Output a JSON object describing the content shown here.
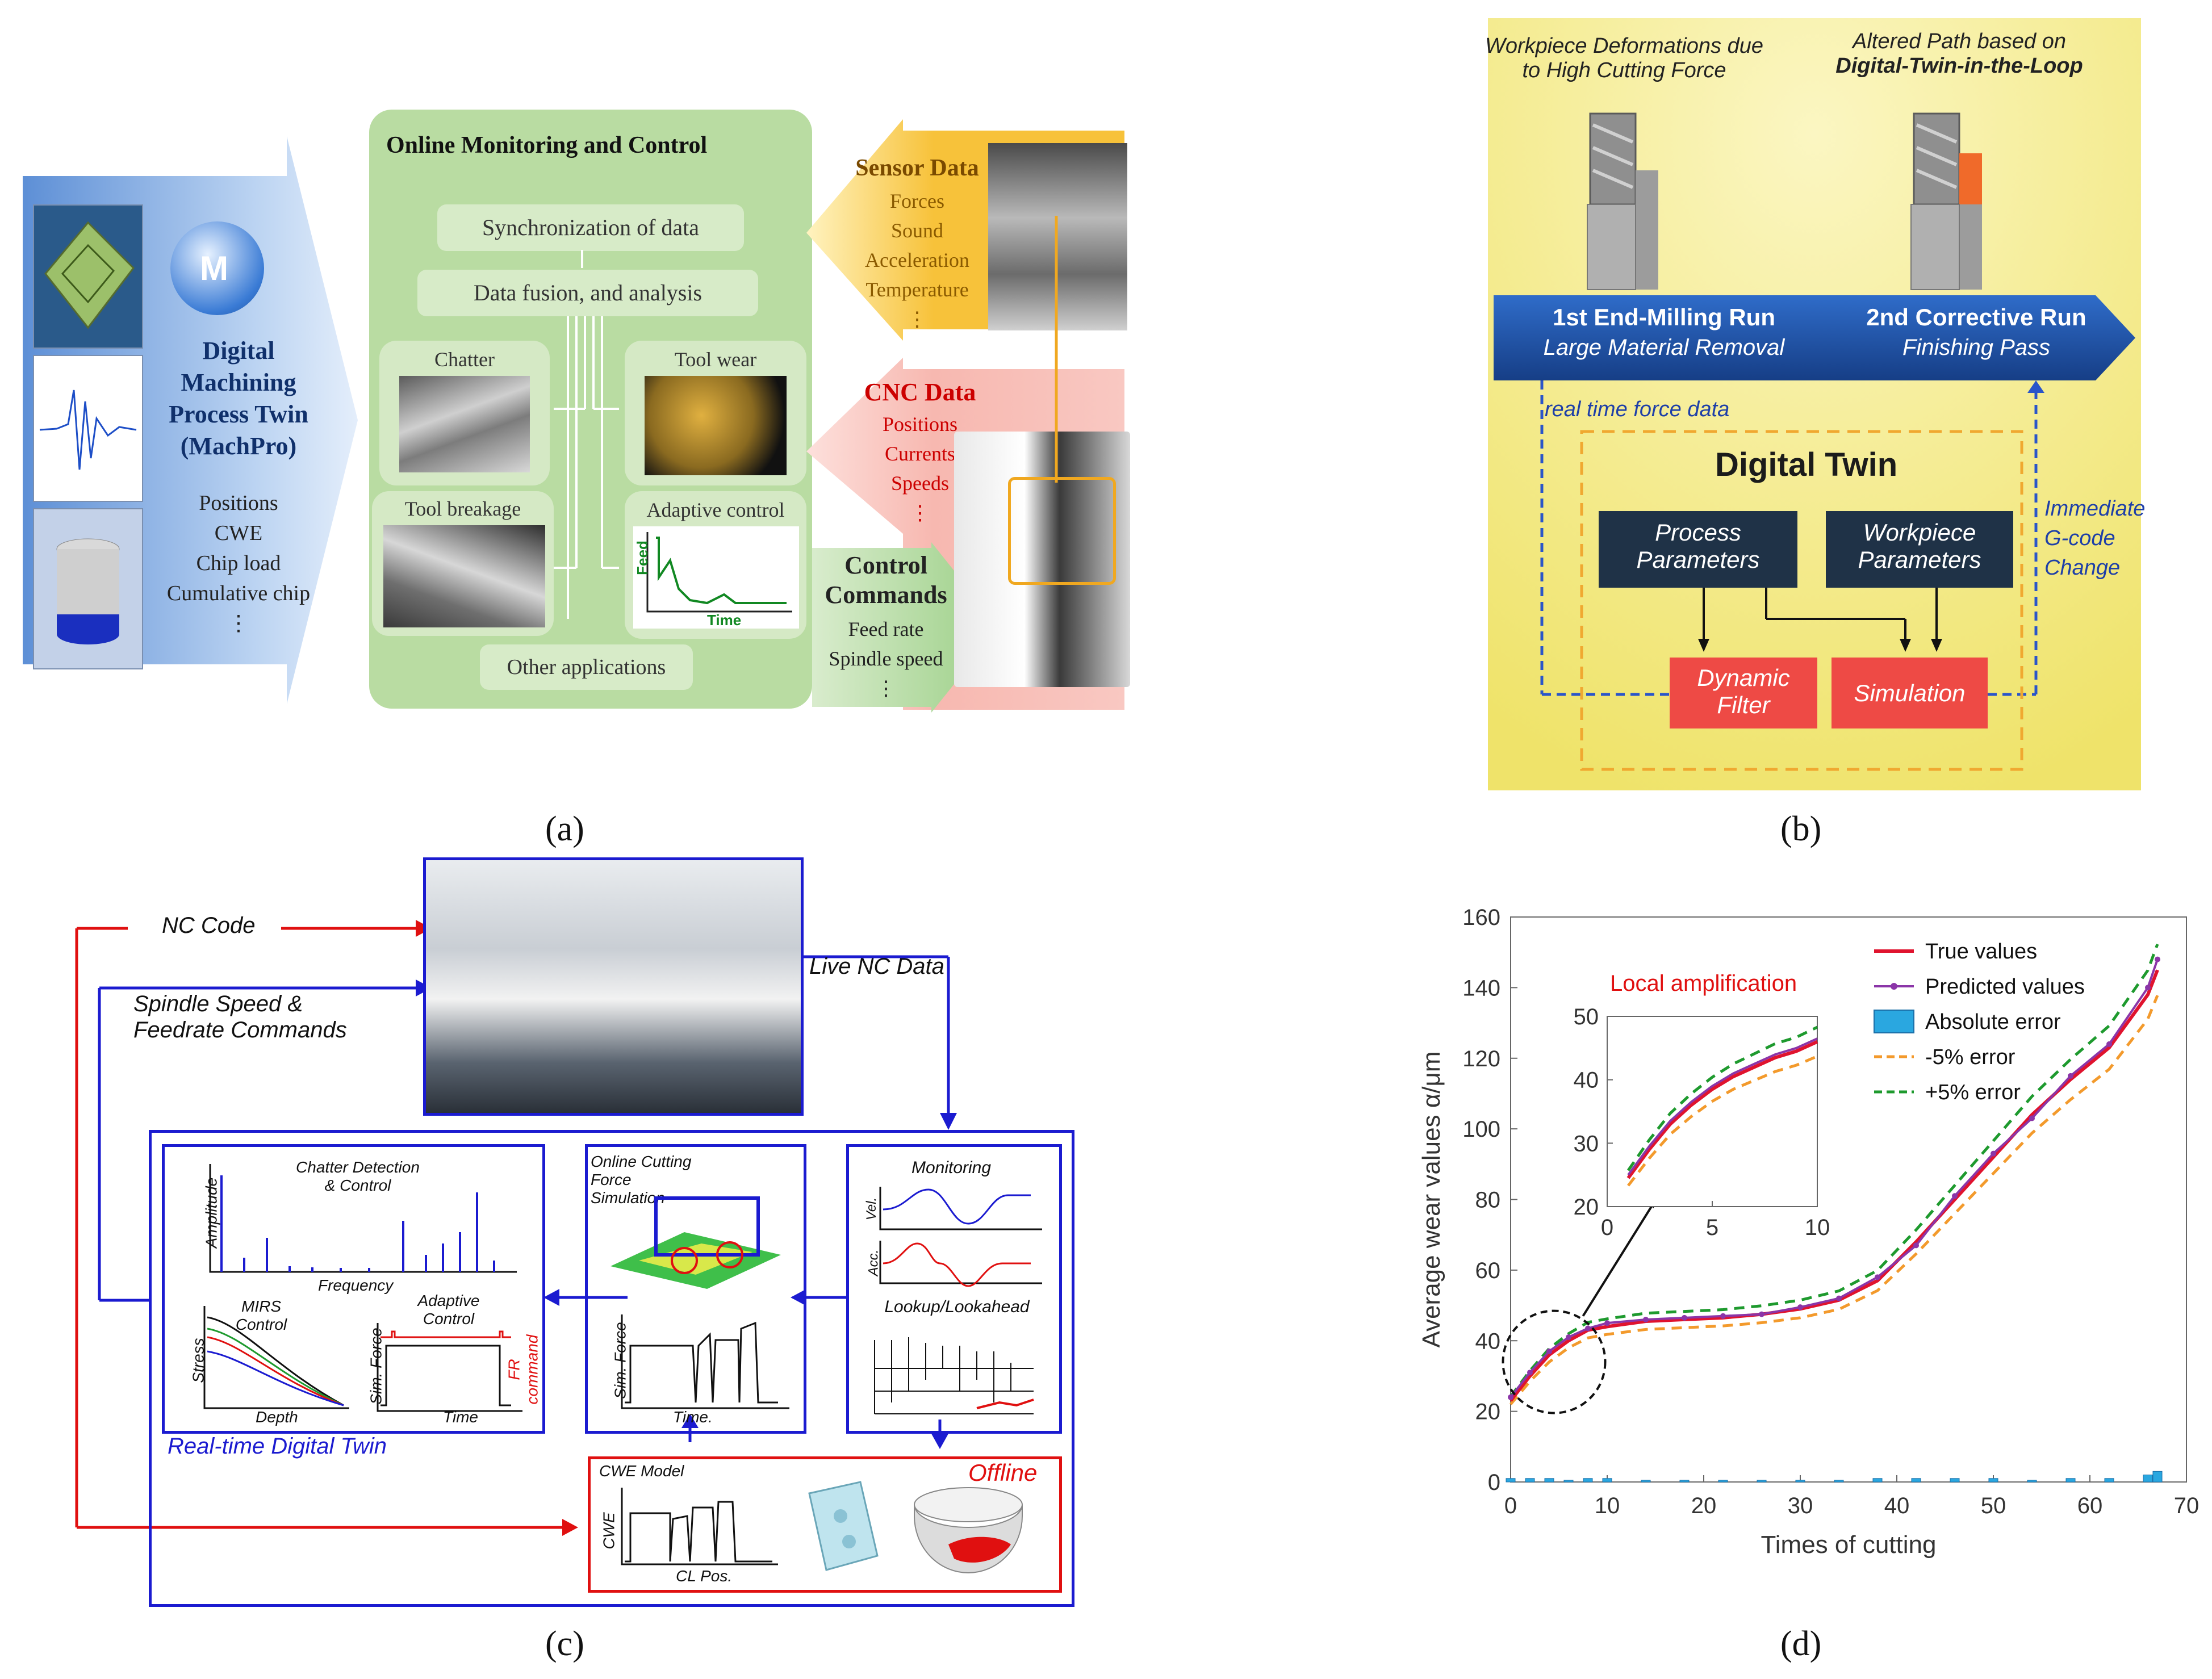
{
  "panel_a": {
    "title_lines": [
      "Digital",
      "Machining",
      "Process Twin",
      "(MachPro)"
    ],
    "list": [
      "Positions",
      "CWE",
      "Chip load",
      "Cumulative chip",
      "⋮"
    ],
    "monitoring_title": "Online Monitoring and Control",
    "sync": "Synchronization of data",
    "fusion": "Data fusion, and analysis",
    "chatter": "Chatter",
    "tool_wear": "Tool wear",
    "tool_breakage": "Tool breakage",
    "adaptive_control": "Adaptive control",
    "feed_axis": "Feed",
    "time_axis": "Time",
    "other_apps": "Other applications",
    "sensor_title": "Sensor Data",
    "sensor_items": [
      "Forces",
      "Sound",
      "Acceleration",
      "Temperature",
      "⋮"
    ],
    "cnc_title": "CNC Data",
    "cnc_items": [
      "Positions",
      "Currents",
      "Speeds",
      "⋮"
    ],
    "control_title_lines": [
      "Control",
      "Commands"
    ],
    "control_items": [
      "Feed rate",
      "Spindle speed",
      "⋮"
    ],
    "caption": "(a)",
    "colors": {
      "green": "#b9dca2",
      "sensor": "#f7c23a",
      "cnc": "#f7b8b0",
      "navy": "#10306b"
    }
  },
  "panel_b": {
    "deform_text_lines": [
      "Workpiece Deformations due",
      "to High Cutting Force"
    ],
    "altered_text_lines": [
      "Altered Path based on",
      "Digital-Twin-in-the-Loop"
    ],
    "run1_title": "1st End-Milling Run",
    "run1_sub": "Large Material Removal",
    "run2_title": "2nd Corrective Run",
    "run2_sub": "Finishing Pass",
    "force_data": "real time force data",
    "digital_twin": "Digital Twin",
    "process_params_lines": [
      "Process",
      "Parameters"
    ],
    "workpiece_params_lines": [
      "Workpiece",
      "Parameters"
    ],
    "dynamic_filter_lines": [
      "Dynamic",
      "Filter"
    ],
    "simulation": "Simulation",
    "gcode_lines": [
      "Immediate",
      "G-code",
      "Change"
    ],
    "caption": "(b)",
    "colors": {
      "background": "#f2eb7a",
      "band": "#1e4fa3",
      "dark_box": "#1f3247",
      "red_box": "#ee4a45",
      "dashed": "#f0a830"
    }
  },
  "panel_c": {
    "nc_code": "NC Code",
    "spindle_lines": [
      "Spindle Speed &",
      "Feedrate Commands"
    ],
    "live_nc": "Live NC Data",
    "chatter_lines": [
      "Chatter Detection",
      "& Control"
    ],
    "amplitude": "Amplitude",
    "frequency": "Frequency",
    "mirs_lines": [
      "MIRS",
      "Control"
    ],
    "stress": "Stress",
    "depth": "Depth",
    "adaptive_lines": [
      "Adaptive",
      "Control"
    ],
    "sim_force": "Sim. Force",
    "time": "Time",
    "fr_command": "FR command",
    "real_time_twin": "Real-time Digital Twin",
    "cutting_lines": [
      "Online Cutting",
      "Force Simulation"
    ],
    "time_dot": "Time.",
    "monitoring": "Monitoring",
    "vel": "Vel.",
    "acc": "Acc.",
    "lookup": "Lookup/Lookahead",
    "cwe_model": "CWE Model",
    "cwe": "CWE",
    "cl_pos": "CL Pos.",
    "offline": "Offline",
    "caption": "(c)",
    "colors": {
      "blue": "#1b1bd0",
      "red": "#e01010"
    }
  },
  "panel_d": {
    "caption": "(d)",
    "inset_title": "Local amplification",
    "chart_data": {
      "type": "line",
      "xlabel": "Times of cutting",
      "ylabel": "Average wear values α/μm",
      "xlim": [
        0,
        70
      ],
      "ylim": [
        0,
        160
      ],
      "xticks": [
        "0",
        "10",
        "20",
        "30",
        "40",
        "50",
        "60",
        "70"
      ],
      "yticks": [
        "0",
        "20",
        "40",
        "60",
        "80",
        "100",
        "120",
        "140",
        "160"
      ],
      "x": [
        0,
        2,
        4,
        6,
        8,
        10,
        14,
        18,
        22,
        26,
        30,
        34,
        38,
        42,
        46,
        50,
        54,
        58,
        62,
        66,
        67
      ],
      "series": [
        {
          "name": "True values",
          "color": "#e0132e",
          "values": [
            23,
            30,
            36,
            40,
            43,
            44,
            45.5,
            46,
            46.5,
            47.5,
            49,
            51.5,
            57,
            68,
            80,
            92,
            104,
            114,
            123,
            138,
            145
          ]
        },
        {
          "name": "Predicted values",
          "color": "#8b35a8",
          "values": [
            24,
            31,
            37,
            41,
            43.5,
            45,
            46,
            46.5,
            47,
            47.5,
            49.5,
            52,
            58,
            67,
            81,
            93,
            103,
            115,
            124,
            140,
            148
          ]
        },
        {
          "name": "Absolute error",
          "color": "#2aa7e0",
          "values": [
            1,
            1,
            1,
            0.5,
            1,
            1,
            0.5,
            0.5,
            0.5,
            0.5,
            0.5,
            0.5,
            1,
            1,
            1,
            1,
            0.5,
            1,
            1,
            2,
            3
          ]
        },
        {
          "name": "-5% error",
          "color": "#f39a2c",
          "values": [
            22,
            28.5,
            34,
            38,
            40.8,
            41.8,
            43.2,
            43.7,
            44.2,
            45.1,
            46.5,
            48.9,
            54.2,
            64.6,
            76,
            87.4,
            98.8,
            108.3,
            116.9,
            131.1,
            137.8
          ]
        },
        {
          "name": "+5% error",
          "color": "#1e9a2e",
          "values": [
            24.2,
            31.5,
            37.8,
            42,
            45.2,
            46.2,
            47.8,
            48.3,
            48.8,
            49.9,
            51.5,
            54.1,
            59.9,
            71.4,
            84,
            96.6,
            109.2,
            119.7,
            129.2,
            144.9,
            152.3
          ]
        }
      ],
      "inset": {
        "xlim": [
          0,
          10
        ],
        "ylim": [
          20,
          50
        ],
        "xticks": [
          "0",
          "5",
          "10"
        ],
        "yticks": [
          "20",
          "30",
          "40",
          "50"
        ],
        "x": [
          1,
          2,
          3,
          4,
          5,
          6,
          7,
          8,
          9,
          10
        ],
        "series": [
          {
            "name": "True values",
            "values": [
              24.5,
              29,
              33,
              36,
              38.5,
              40.5,
              42,
              43.5,
              44.5,
              46
            ]
          },
          {
            "name": "Predicted values",
            "values": [
              25,
              29.5,
              33.5,
              36.5,
              39,
              41,
              42.5,
              44,
              45,
              46.5
            ]
          },
          {
            "name": "-5% error",
            "values": [
              23.3,
              27.6,
              31.4,
              34.2,
              36.6,
              38.5,
              39.9,
              41.3,
              42.3,
              43.7
            ]
          },
          {
            "name": "+5% error",
            "values": [
              25.7,
              30.5,
              34.7,
              37.8,
              40.4,
              42.5,
              44.1,
              45.7,
              46.7,
              48.3
            ]
          }
        ]
      },
      "legend_position": "top-right",
      "grid": false
    }
  }
}
